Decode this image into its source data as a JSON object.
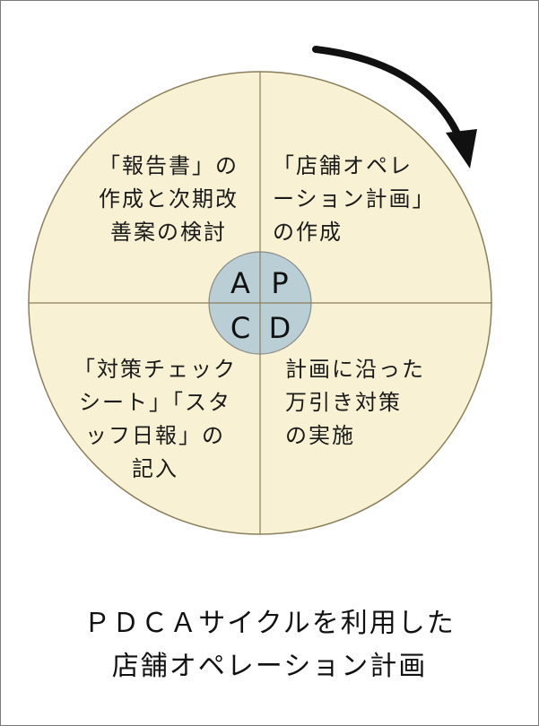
{
  "diagram": {
    "quadrants": {
      "act": {
        "letter": "A",
        "text": "「報告書」の\n作成と次期改\n善案の検討"
      },
      "plan": {
        "letter": "P",
        "text": "「店舗オペレ\nーション計画」\nの作成"
      },
      "check": {
        "letter": "C",
        "text": "「対策チェック\nシート」「スタ\nッフ日報」の\n記入"
      },
      "do": {
        "letter": "D",
        "text": "計画に沿った\n万引き対策\nの実施"
      }
    },
    "colors": {
      "circle_fill": "#f8f1d3",
      "center_fill": "#b9cfd5",
      "line": "#8a7f5a",
      "arrow": "#111111"
    },
    "icons": {
      "rotation": "clockwise-arrow-icon"
    }
  },
  "caption": {
    "line1": "ＰＤＣＡサイクルを利用した",
    "line2": "店舗オペレーション計画"
  }
}
